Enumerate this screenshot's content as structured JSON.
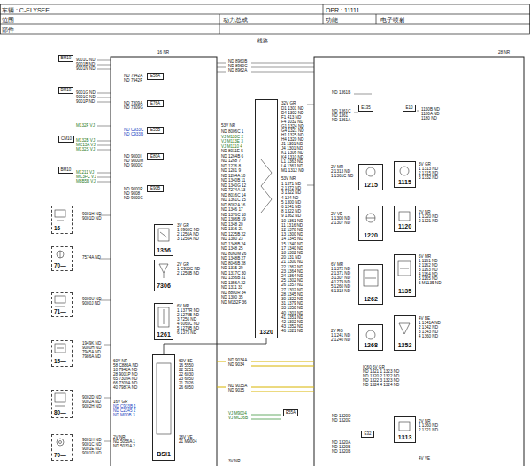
{
  "diagram": {
    "nodes": [
      {
        "text": [
          "BM10"
        ]
      },
      {
        "text": [
          "BM10"
        ]
      },
      {
        "text": [
          "CM10"
        ]
      },
      {
        "text": [
          "BM10"
        ]
      },
      {
        "text": [
          "E56A"
        ]
      },
      {
        "text": [
          "E76A"
        ]
      },
      {
        "text": [
          "E55B"
        ]
      },
      {
        "text": [
          "E80A"
        ]
      },
      {
        "text": [
          "E90B"
        ]
      },
      {
        "text": [
          "16—"
        ]
      },
      {
        "text": [
          "70—"
        ]
      },
      {
        "text": [
          "71—"
        ]
      },
      {
        "text": [
          "15—"
        ]
      },
      {
        "text": [
          "80—"
        ]
      },
      {
        "text": [
          "70—"
        ]
      },
      {
        "text": [
          "1356"
        ]
      },
      {
        "text": [
          "7306"
        ]
      },
      {
        "text": [
          "1261"
        ]
      },
      {
        "text": [
          "BSI1"
        ]
      },
      {
        "text": [
          "1320"
        ]
      },
      {
        "text": [
          "E135"
        ]
      },
      {
        "text": [
          "E10"
        ]
      },
      {
        "text": [
          "1215"
        ]
      },
      {
        "text": [
          "1115"
        ]
      },
      {
        "text": [
          "1220"
        ]
      },
      {
        "text": [
          "1120"
        ]
      },
      {
        "text": [
          "1262"
        ]
      },
      {
        "text": [
          "1135"
        ]
      },
      {
        "text": [
          "1268"
        ]
      },
      {
        "text": [
          "1352"
        ]
      },
      {
        "text": [
          "E55A"
        ]
      },
      {
        "text": [
          "E32"
        ]
      },
      {
        "text": [
          "1313"
        ]
      }
    ],
    "edges": [
      {
        "from": 18,
        "to": 19,
        "arrow": "none"
      }
    ],
    "labels": [
      "车辆 : C-ELYSEE",
      "OPR : 11111",
      "范围",
      "动力总成",
      "功能",
      "电子喷射",
      "部件",
      "线路",
      "16 NR",
      "28 NR",
      "9001C ND",
      "9001B ND",
      "9001N ND",
      "ND 7942A",
      "ND 7942F",
      "9001G ND",
      "9001G ND",
      "9001P ND",
      "ND 7309A",
      "ND 7309G",
      "M132F VJ",
      "M132B VJ",
      "MC13A VJ",
      "M132S VJ",
      "ND C933C",
      "ND C933B",
      "ND 9000I",
      "ND 9000M",
      "ND 9000C",
      "M1211 VJ",
      "MC3FC VJ",
      "M8B5B VJ",
      "ND 9000P",
      "ND 9008",
      "ND 9000G",
      "9001H ND",
      "9001D ND",
      "7574A ND",
      "9000U ND",
      "9000J ND",
      "1949K ND",
      "9000H ND",
      "7945A ND",
      "7986A ND",
      "9002D ND",
      "9002A ND",
      "9002H ND",
      "9001H ND",
      "9001C ND",
      "9001E ND",
      "9001D ND",
      "3V GR",
      "1 8960C ND",
      "2 1256A ND",
      "3 1256A ND",
      "2V GR",
      "1 C933C ND",
      "2 1256B ND",
      "6V MR",
      "1 1377R ND",
      "2 1279B ND",
      "3 7256 ND",
      "4 6065C ND",
      "5 1279B ND",
      "6 1375 ND",
      "60V NR",
      "58 C886A ND",
      "10 7942A ND",
      "28 9001P ND",
      "65 7309A ND",
      "66 7309A ND",
      "40 7987A ND",
      "16V GR",
      "ND C933B 1",
      "ND C2345 2",
      "ND M0DB 3",
      "2V NR",
      "ND 5056A 1",
      "ND 5030A 2",
      "60V BE",
      "16 5550",
      "22 5251",
      "22 6030",
      "23 6050",
      "21 7026",
      "26 6050",
      "16V VE",
      "21 M9004",
      "ND 9034A",
      "ND 9034",
      "ND 9035A",
      "ND 9035",
      "VJ M9004",
      "VJ MC36B",
      "ND 8960B",
      "ND 8960C",
      "ND 8962A",
      "53V NR",
      "ND 8006C 1",
      "VJ M110C 2",
      "VJ M113E 3",
      "VJ M1110 4",
      "ND 8011E 5",
      "ND 1264B 6",
      "ND 1268 7",
      "ND 1276 8",
      "ND 1281 9",
      "ND 1264A 10",
      "ND 1340B 11",
      "ND 1340G 12",
      "ND 7274A 13",
      "ND 8016C 14",
      "ND 1361C 15",
      "ND 8082A 16",
      "ND 1346 17",
      "ND 1376C 18",
      "ND 1386B 19",
      "ND 1348 20",
      "ND 1316 21",
      "ND 1225B 22",
      "ND 1380 23",
      "ND 1348B 24",
      "ND 1348 25",
      "ND 8060M 26",
      "ND 1348B 27",
      "ND 8046B 28",
      "ND 1315 29",
      "ND 1317C 30",
      "ND 1356B 31",
      "ND 1356A 32",
      "ND 1311 33",
      "ND 8800R 34",
      "ND 1300 35",
      "ND M132F 36",
      "32V GR",
      "D1 1301 ND",
      "D4 1302 ND",
      "F1 413 ND",
      "F4 1032 ND",
      "G1 1324 ND",
      "G4 1321 ND",
      "H1 1325 ND",
      "H4 1320 ND",
      "J1 1301 ND",
      "J4 1301 ND",
      "K1 1306 ND",
      "K4 1310 ND",
      "L1 1363 ND",
      "L4 1361 ND",
      "M1 1312 ND",
      "53V NR",
      "1 1371 ND",
      "2 1372 ND",
      "3 1322 ND",
      "4 124 ND",
      "5 1300 ND",
      "6 1241 ND",
      "8 1322 ND",
      "9 1362 ND",
      "10 1361 ND",
      "11 1316 ND",
      "12 1378 ND",
      "13 1300 ND",
      "14 1345 ND",
      "15 1340 ND",
      "17 1340 ND",
      "18 1302 ND",
      "20 131 ND",
      "21 1300 ND",
      "22 1362 ND",
      "23 1364 ND",
      "24 1364 ND",
      "25 1302 ND",
      "26 1357 ND",
      "27 1302 ND",
      "28 1345 ND",
      "30 1322 ND",
      "31 1379 ND",
      "33 1350 ND",
      "40 1301 ND",
      "41 1351 ND",
      "42 1302 ND",
      "43 1352 ND",
      "46 1321 ND",
      "ND 1361B",
      "ND 1361C",
      "ND 1361",
      "ND 1361A",
      "1150B ND",
      "1180A ND",
      "1180 ND",
      "2V MR",
      "2 1313 ND",
      "1 1361C ND",
      "3V GR",
      "1 1313 ND",
      "2 1315 ND",
      "3 1332 ND",
      "2V VE",
      "1 1300 ND",
      "2 1307 ND",
      "2V NR",
      "1 1320 ND",
      "2 1321 ND",
      "6V MR",
      "1 1372 ND",
      "2 1371 ND",
      "3 1307 ND",
      "4 1279 ND",
      "5 1260 ND",
      "6 1318 ND",
      "6V MR",
      "1 1161 ND",
      "2 1162 ND",
      "3 1163 ND",
      "4 1164 ND",
      "5 1165 ND",
      "6 M1135 ND",
      "2V RG",
      "1 1241 ND",
      "2 1240 ND",
      "4V BE",
      "1 1341A ND",
      "2 1342 ND",
      "3 1343 ND",
      "4 1360 ND",
      "IC60 6V GR",
      "ND 1321 1 1323 ND",
      "ND 1320 2 1322 ND",
      "ND 1322 3 1323 ND",
      "ND 1324 4 1324 ND",
      "ND 1320D",
      "ND 1320E",
      "ND 1320A",
      "ND 1320B",
      "ND 1320B",
      "2V NR",
      "1 1360 ND",
      "2 1321 ND",
      "4V VE",
      "3V NR"
    ]
  }
}
